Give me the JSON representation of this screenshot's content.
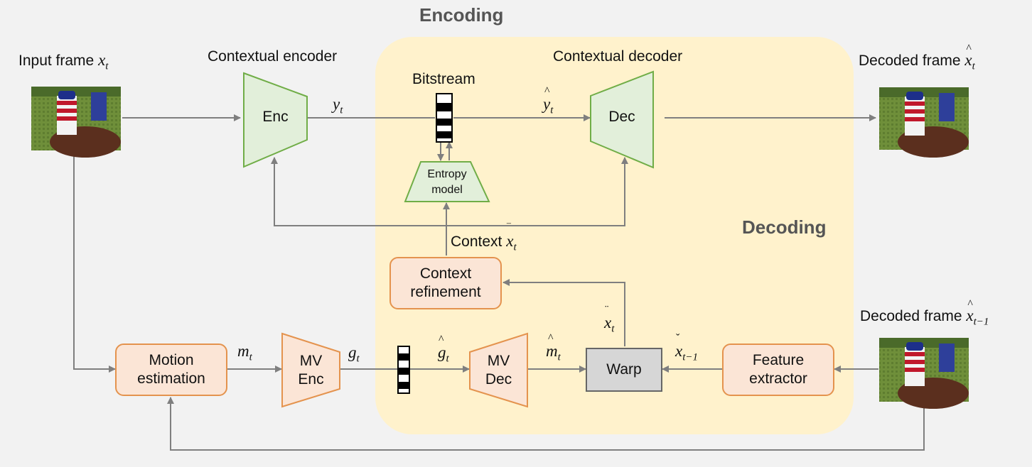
{
  "titles": {
    "encoding": "Encoding",
    "decoding": "Decoding"
  },
  "labels": {
    "input_frame": "Input frame",
    "contextual_encoder": "Contextual encoder",
    "contextual_decoder": "Contextual decoder",
    "bitstream": "Bitstream",
    "decoded_frame_t": "Decoded frame",
    "decoded_frame_t1": "Decoded frame",
    "context": "Context"
  },
  "blocks": {
    "enc": "Enc",
    "dec": "Dec",
    "entropy_line1": "Entropy",
    "entropy_line2": "model",
    "context_refinement_line1": "Context",
    "context_refinement_line2": "refinement",
    "motion_estimation_line1": "Motion",
    "motion_estimation_line2": "estimation",
    "mv_enc_line1": "MV",
    "mv_enc_line2": "Enc",
    "mv_dec_line1": "MV",
    "mv_dec_line2": "Dec",
    "warp": "Warp",
    "feature_extractor_line1": "Feature",
    "feature_extractor_line2": "extractor"
  },
  "symbols": {
    "x": "x",
    "t": "t",
    "t_minus_1": "t−1",
    "y": "y",
    "m": "m",
    "g": "g"
  },
  "colors": {
    "background": "#f2f2f2",
    "decoding_region": "#fff2cc",
    "green_fill": "#e2efda",
    "green_stroke": "#70ad47",
    "orange_fill": "#fbe5d6",
    "orange_stroke": "#e4934e",
    "warp_fill": "#d6d6d6",
    "arrow": "#7f7f7f"
  }
}
